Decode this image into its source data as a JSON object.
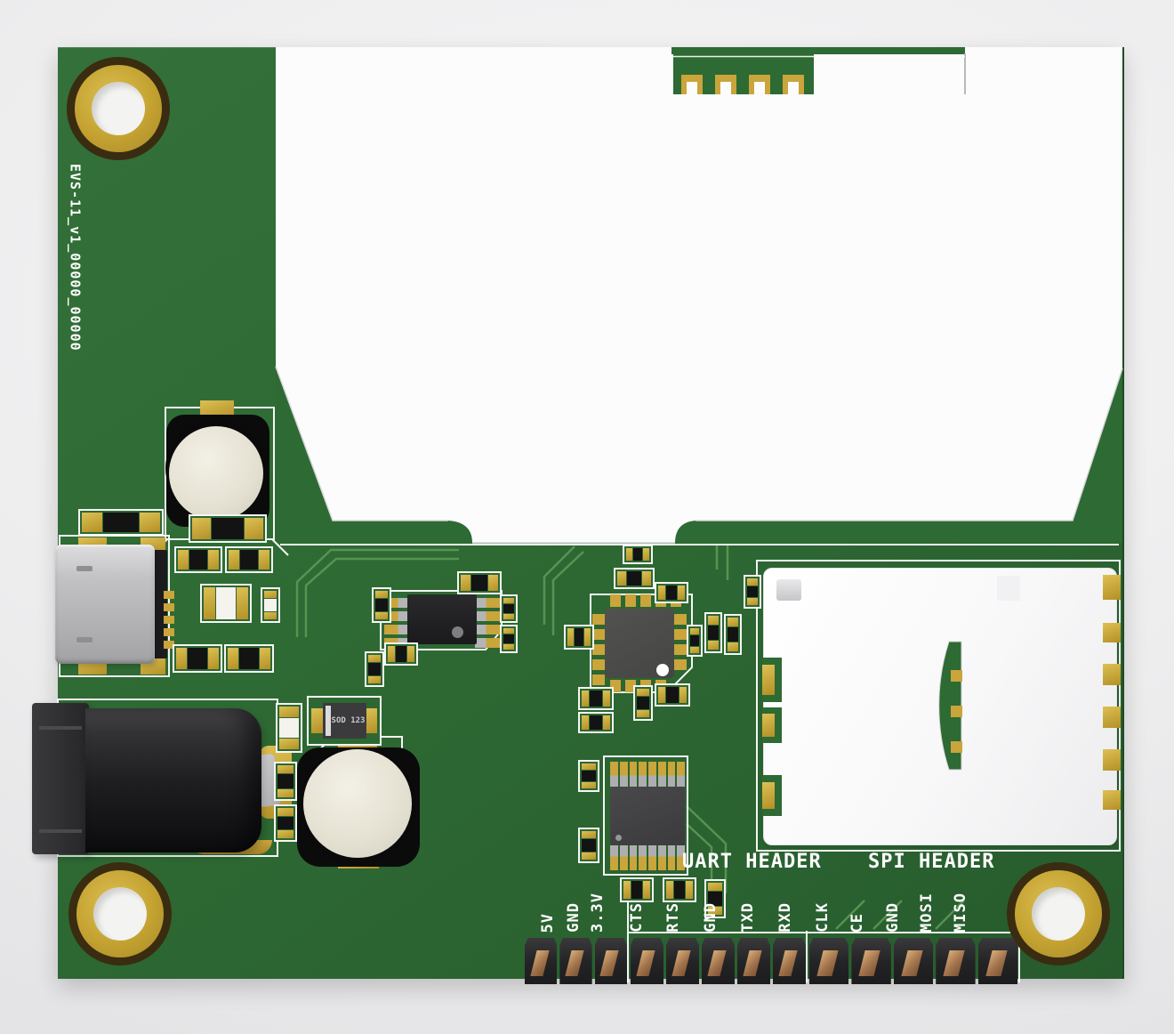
{
  "board": {
    "silkscreen_label": "EVS-11_v1_00000_00000"
  },
  "diode": {
    "marking": "SOD 123"
  },
  "headers": {
    "uart_title": "UART HEADER",
    "spi_title": "SPI HEADER",
    "power_pins": [
      "5V",
      "GND",
      "3.3V"
    ],
    "uart_pins": [
      "CTS",
      "RTS",
      "GND",
      "TXD",
      "RXD"
    ],
    "spi_pins": [
      "CLK",
      "CE",
      "GND",
      "MOSI",
      "MISO"
    ]
  },
  "colors": {
    "background": "#ededee",
    "board_green": "#2e6a33",
    "trace_green": "#5f9b58",
    "silkscreen_white": "#ffffff",
    "pad_gold": "#c9a53b",
    "module_white": "#fcfcfd",
    "component_black": "#1c1c1e",
    "ic_gray": "#4a4a47",
    "capacitor_beige": "#ece8db",
    "pin_copper": "#a87a50",
    "usb_silver": "#c0c0c2"
  }
}
